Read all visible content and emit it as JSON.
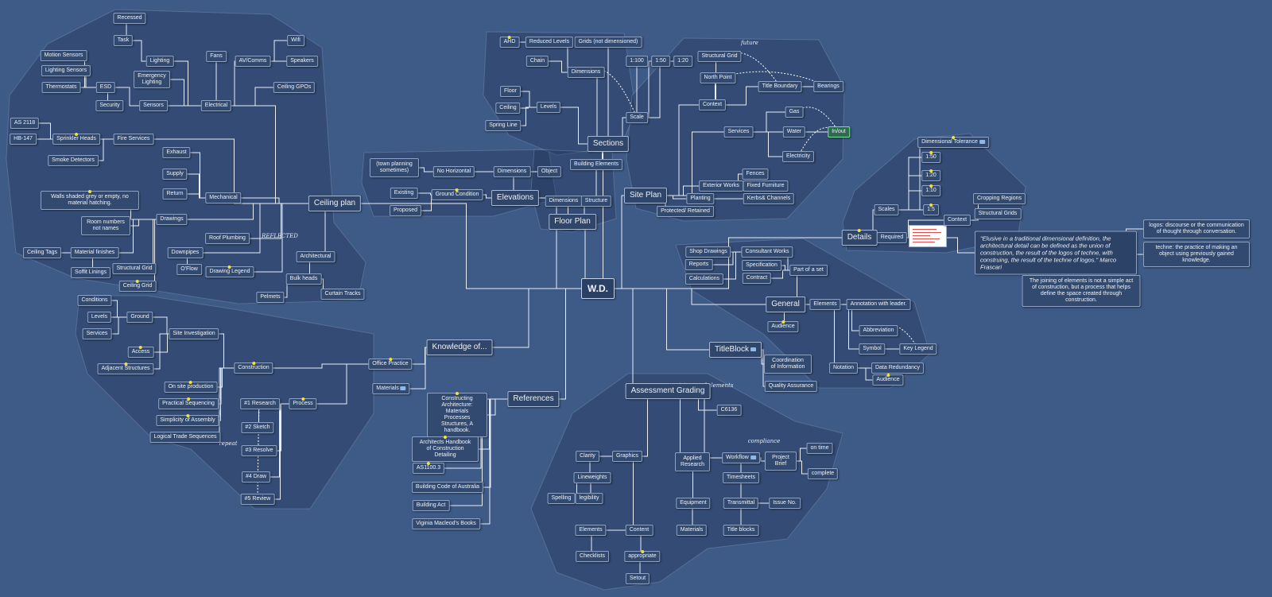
{
  "root": {
    "label": "W.D."
  },
  "groups": {
    "ceiling": {
      "title": "Ceiling plan",
      "children": {
        "electrical": "Electrical",
        "lighting": "Lighting",
        "recessed": "Recessed",
        "task": "Task",
        "emergency": "Emergency Lighting",
        "fans": "Fans",
        "avcomms": "AV/Comms",
        "wifi": "Wifi",
        "speakers": "Speakers",
        "ceiling_gpos": "Ceiling GPOs",
        "sensors": "Sensors",
        "motion": "Motion Sensors",
        "light_sensors": "Lighting Sensors",
        "thermostats": "Thermostats",
        "esd": "ESD",
        "security": "Security",
        "fire": "Fire Services",
        "sprinkler": "Sprinkler Heads",
        "as2118": "AS 2118",
        "hb147": "HB-147",
        "smoke": "Smoke Detectors",
        "mechanical": "Mechanical",
        "exhaust": "Exhaust",
        "supply": "Supply",
        "return": "Return",
        "drawings": "Drawings",
        "walls": "Walls shaded grey or empty, no material hatching.",
        "room_numbers": "Room numbers not names",
        "material_finishes": "Material finishes",
        "ceiling_tags": "Ceiling Tags",
        "soffit": "Soffit Linings",
        "structural_grid": "Structural Grid",
        "ceiling_grid": "Ceiling Grid",
        "downpipes": "Downpipes",
        "oflow": "O'Flow",
        "roof_plumbing": "Roof Plumbing",
        "drawing_legend": "Drawing Legend",
        "architectural": "Architectural",
        "bulkheads": "Bulk heads",
        "pelmets": "Pelmets",
        "curtain_tracks": "Curtain Tracks"
      }
    },
    "elevations": {
      "title": "Elevations",
      "children": {
        "dimensions": "Dimensions",
        "object": "Object",
        "no_horizontal": "No Horizontal",
        "town_planning": "(town planning sometimes)",
        "ground_condition": "Ground Condition",
        "existing": "Existing",
        "proposed": "Proposed"
      }
    },
    "sections": {
      "title": "Sections",
      "children": {
        "dimensions": "Dimensions",
        "grids": "Grids (not dimensioned)",
        "reduced_levels": "Reduced Levels",
        "ahd": "AHD",
        "chain": "Chain",
        "levels": "Levels",
        "floor": "Floor",
        "ceiling": "Ceiling",
        "spring_line": "Spring Line",
        "scale": "Scale",
        "s100": "1:100",
        "s50": "1:50",
        "s20": "1:20",
        "building_elements": "Building Elements"
      }
    },
    "floor_plan": {
      "title": "Floor Plan",
      "children": {
        "dimensions": "Dimensions",
        "structure": "Structure"
      }
    },
    "site_plan": {
      "title": "Site Plan",
      "children": {
        "context": "Context",
        "structural_grid": "Structural Grid",
        "north_point": "North Point",
        "title_boundary": "Title Boundary",
        "bearings": "Bearings",
        "services": "Services",
        "gas": "Gas",
        "water": "Water",
        "electricity": "Electricity",
        "inout": "In/out",
        "exterior_works": "Exterior Works",
        "fences": "Fences",
        "fixed_furniture": "Fixed Furniture",
        "planting": "Planting",
        "kerbs": "Kerbs& Channels",
        "protected": "Protected/ Retained"
      }
    },
    "details": {
      "title": "Details",
      "children": {
        "dimensional_tolerance": "Dimensional Tolerance",
        "scales": "Scales",
        "d50": "1:50",
        "d20": "1:20",
        "d10": "1:10",
        "d5": "1:5",
        "context": "Context",
        "cropping": "Cropping Regions",
        "structural_grids": "Structural Grids",
        "required": "Required",
        "quote": "\"Elusive in a traditional dimensional definition, the architectural detail can be defined as the union of construction, the result of the logos of techne, with construing, the result of the techne of logos.\" Marco Frascari",
        "logos": "logos: discourse or the communication of thought through conversation.",
        "techne": "techne: the practice of making an object using previously gained knowledge.",
        "joining": "The joining of elements is not a simple act of construction, but a process that helps define the space created through construction."
      }
    },
    "general": {
      "title": "General",
      "children": {
        "part_of_set": "Part of a set",
        "consultant_works": "Consultant Works",
        "shop_drawings": "Shop Drawings",
        "reports": "Reports",
        "specification": "Specification",
        "contract": "Contract",
        "calculations": "Calculations",
        "elements": "Elements",
        "annotation": "Annotation with leader.",
        "abbreviation": "Abbreviation",
        "symbol": "Symbol",
        "key_legend": "Key Legend",
        "audience": "Audience",
        "notation": "Notation",
        "data_redundancy": "Data Redundancy",
        "audience2": "Audience"
      }
    },
    "titleblock": {
      "title": "TitleBlock",
      "children": {
        "coordination": "Coordination of Information",
        "quality": "Quality Assurance"
      }
    },
    "assessment": {
      "title": "Assessment Grading",
      "children": {
        "c6136": "C6136",
        "graphics": "Graphics",
        "clarity": "Clarity",
        "lineweights": "Lineweights",
        "spelling": "Spelling",
        "legibility": "legibility",
        "content": "Content",
        "elements": "Elements",
        "checklists": "Checklists",
        "appropriate": "appropriate",
        "setout": "Setout",
        "applied_research": "Applied Research",
        "equipment": "Equipment",
        "materials": "Materials",
        "workflow": "Workflow",
        "project_brief": "Project Brief",
        "on_time": "on time",
        "complete": "complete",
        "timesheets": "Timesheets",
        "transmittal": "Transmittal",
        "issue_no": "Issue No.",
        "title_blocks": "Title blocks"
      }
    },
    "references": {
      "title": "References",
      "children": {
        "constructing": "Constructing Architecture: Materials Processes Structures, A handbook.",
        "handbook": "Architects Handbook of Construction Detailing",
        "as1100": "AS1100.3",
        "bca": "Building Code of Australia",
        "building_act": "Building Act",
        "macleod": "Viginia Macleod's Books"
      }
    },
    "knowledge": {
      "title": "Knowledge of...",
      "children": {
        "office_practice": "Office Practice",
        "materials": "Materials",
        "construction": "Construction",
        "site_investigation": "Site Investigation",
        "ground": "Ground",
        "conditions": "Conditions",
        "levels": "Levels",
        "services": "Services",
        "access": "Access",
        "adjacent": "Adjacent Structures",
        "on_site": "On site production",
        "practical": "Practical Sequencing",
        "simplicity": "Simplicity of Assembly",
        "logical": "Logical Trade Sequences",
        "process": "Process",
        "research": "#1 Research",
        "sketch": "#2 Sketch",
        "resolve": "#3 Resolve",
        "draw": "#4 Draw",
        "review": "#5 Review"
      }
    }
  },
  "annotations": {
    "ceiling_scribble": "REFLECTED",
    "process_scribble": "repeat",
    "sitemap_scribble": "future",
    "titleblock_scribble": "consistency of elements",
    "workflow_scribble": "compliance"
  },
  "colors": {
    "background": "#3e5a86",
    "node": "#324a70",
    "highlight": "#f2e23a",
    "success": "#2d6a50"
  }
}
